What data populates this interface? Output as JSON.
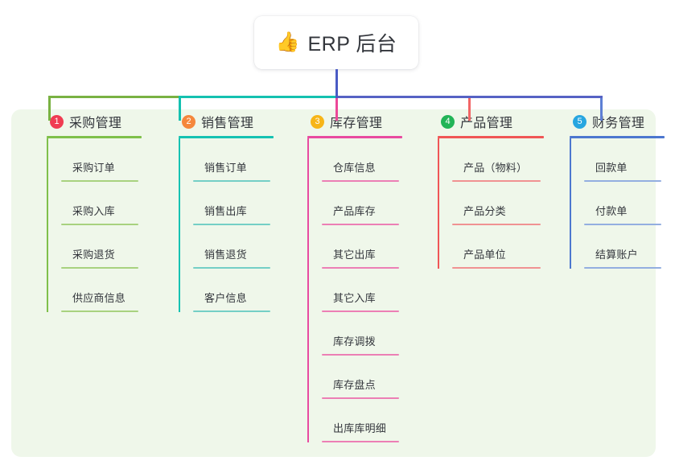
{
  "root": {
    "icon": "thumbs-up-icon",
    "icon_glyph": "👍",
    "title": "ERP 后台"
  },
  "panel": {
    "background_color": "#eff7ea"
  },
  "connectors": {
    "stem_color": "#4a5bc4",
    "bar_segments": [
      {
        "name": "green-segment",
        "color": "#79b242"
      },
      {
        "name": "teal-segment",
        "color": "#14c1b0"
      },
      {
        "name": "blue-segment",
        "color": "#5662c4"
      }
    ],
    "drops": [
      "#79b242",
      "#14c1b0",
      "#ec4899",
      "#f26666",
      "#5d7fd4"
    ]
  },
  "columns": [
    {
      "index": "1",
      "title": "采购管理",
      "badge_color": "#f03c52",
      "line_color": "#7fc04a",
      "leaf_line_color": "#a8d27f",
      "leaf_width": 96,
      "items": [
        {
          "label": "采购订单"
        },
        {
          "label": "采购入库"
        },
        {
          "label": "采购退货"
        },
        {
          "label": "供应商信息"
        }
      ]
    },
    {
      "index": "2",
      "title": "销售管理",
      "badge_color": "#f5873c",
      "line_color": "#16c2b2",
      "leaf_line_color": "#74cfc6",
      "leaf_width": 96,
      "items": [
        {
          "label": "销售订单"
        },
        {
          "label": "销售出库"
        },
        {
          "label": "销售退货"
        },
        {
          "label": "客户信息"
        }
      ]
    },
    {
      "index": "3",
      "title": "库存管理",
      "badge_color": "#f7b518",
      "line_color": "#e84ba0",
      "leaf_line_color": "#ec7fb5",
      "leaf_width": 96,
      "items": [
        {
          "label": "仓库信息"
        },
        {
          "label": "产品库存"
        },
        {
          "label": "其它出库"
        },
        {
          "label": "其它入库"
        },
        {
          "label": "库存调拨"
        },
        {
          "label": "库存盘点"
        },
        {
          "label": "出库库明细"
        }
      ]
    },
    {
      "index": "4",
      "title": "产品管理",
      "badge_color": "#22b457",
      "line_color": "#f05656",
      "leaf_line_color": "#f09292",
      "leaf_width": 110,
      "items": [
        {
          "label": "产品（物料）"
        },
        {
          "label": "产品分类"
        },
        {
          "label": "产品单位"
        }
      ]
    },
    {
      "index": "5",
      "title": "财务管理",
      "badge_color": "#27a6e0",
      "line_color": "#4c77cf",
      "leaf_line_color": "#93aee0",
      "leaf_width": 96,
      "items": [
        {
          "label": "回款单"
        },
        {
          "label": "付款单"
        },
        {
          "label": "结算账户"
        }
      ]
    }
  ]
}
